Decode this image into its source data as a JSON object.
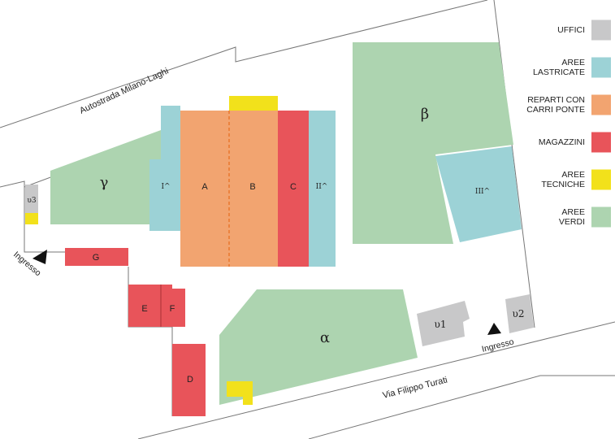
{
  "colors": {
    "uffici": "#c8c8c9",
    "aree_lastricate": "#9cd2d6",
    "reparti": "#f2a470",
    "magazzini": "#e8545a",
    "aree_tecniche": "#f2e11b",
    "aree_verdi": "#add4b0",
    "road_line": "#777777"
  },
  "legend": [
    {
      "label": "UFFICI",
      "color": "#c8c8c9"
    },
    {
      "label": "AREE\nLASTRICATE",
      "color": "#9cd2d6"
    },
    {
      "label": "REPARTI CON\nCARRI PONTE",
      "color": "#f2a470"
    },
    {
      "label": "MAGAZZINI",
      "color": "#e8545a"
    },
    {
      "label": "AREE\nTECNICHE",
      "color": "#f2e11b"
    },
    {
      "label": "AREE\nVERDI",
      "color": "#add4b0"
    }
  ],
  "roads": {
    "autostrada": "Autostrada Milano-Laghi",
    "via": "Via Filippo Turati"
  },
  "entrances": {
    "left": "Ingresso",
    "right": "Ingresso"
  },
  "buildings": {
    "A": "A",
    "B": "B",
    "C": "C",
    "D": "D",
    "E": "E",
    "F": "F",
    "G": "G",
    "I": "I^",
    "II": "II^",
    "III": "III^",
    "u1": "υ1",
    "u2": "υ2",
    "u3": "υ3"
  },
  "green_areas": {
    "alpha": "α",
    "beta": "β",
    "gamma": "γ"
  }
}
